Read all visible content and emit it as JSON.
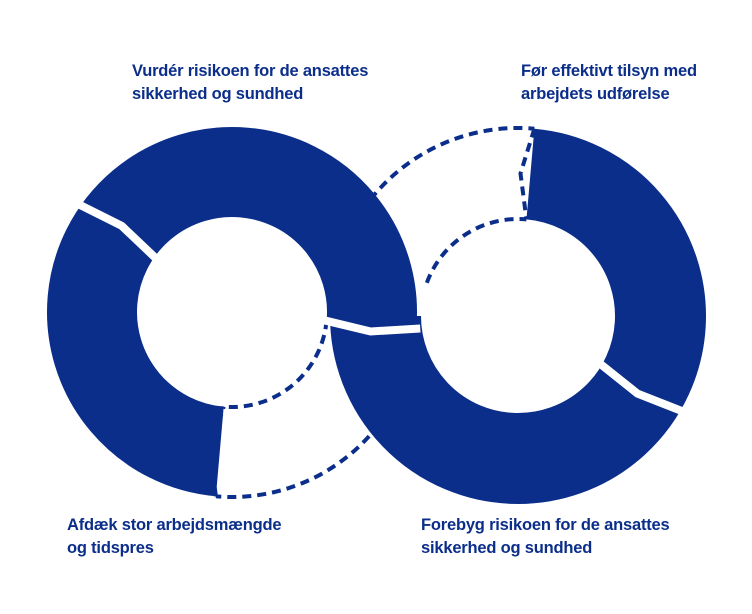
{
  "labels": {
    "top_left": [
      "Vurdér risikoen for de ansattes",
      "sikkerhed og sundhed"
    ],
    "top_right": [
      "Før effektivt tilsyn med",
      "arbejdets udførelse"
    ],
    "bottom_left": [
      "Afdæk stor arbejdsmængde",
      "og tidspres"
    ],
    "bottom_right": [
      "Forebyg risikoen for de ansattes",
      "sikkerhed og sundhed"
    ]
  },
  "colors": {
    "ring": "#0b2e8a",
    "background": "#ffffff"
  }
}
